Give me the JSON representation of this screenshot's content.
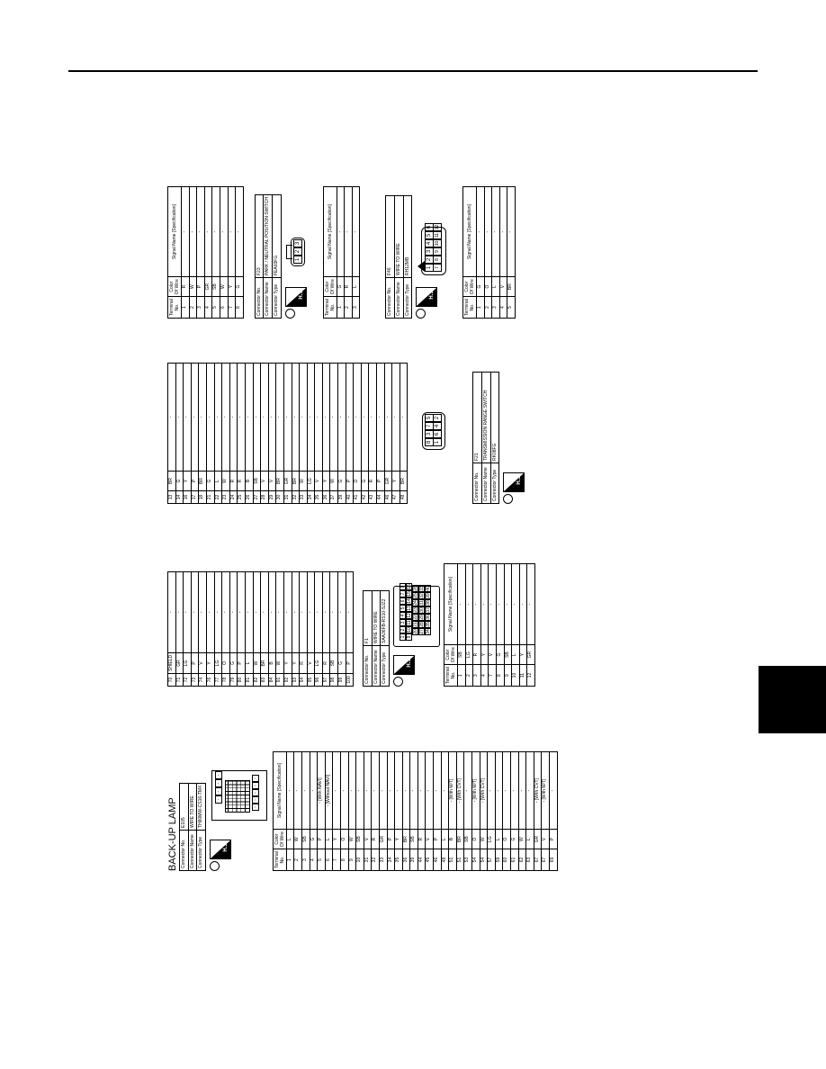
{
  "page_title": "BACK-UP LAMP",
  "hs_label": "H.S.",
  "labels": {
    "conn_no": "Connector No.",
    "conn_name": "Connector Name",
    "conn_type": "Connector Type",
    "terminal": "Terminal No.",
    "color": "Color Of Wire",
    "signal": "Signal Name [Specification]"
  },
  "e105": {
    "no": "E105",
    "name": "WIRE TO WIRE",
    "type": "TH80MW-CS16-TM4",
    "rows": [
      [
        "1",
        "L",
        "-"
      ],
      [
        "2",
        "W",
        "-"
      ],
      [
        "3",
        "SB",
        "-"
      ],
      [
        "4",
        "G",
        "-"
      ],
      [
        "5",
        "P",
        "- [With NAVI]"
      ],
      [
        "6",
        "L",
        "- [Without NAVI]"
      ],
      [
        "7",
        "Y",
        "-"
      ],
      [
        "8",
        "O",
        "-"
      ],
      [
        "9",
        "W",
        "-"
      ],
      [
        "10",
        "SB",
        "-"
      ],
      [
        "31",
        "V",
        "-"
      ],
      [
        "32",
        "R",
        "-"
      ],
      [
        "33",
        "GR",
        "-"
      ],
      [
        "34",
        "P",
        "-"
      ],
      [
        "35",
        "Y",
        "-"
      ],
      [
        "36",
        "BR",
        "-"
      ],
      [
        "39",
        "SB",
        "-"
      ],
      [
        "44",
        "R",
        "-"
      ],
      [
        "45",
        "V",
        "-"
      ],
      [
        "46",
        "P",
        "-"
      ],
      [
        "48",
        "L",
        "-"
      ],
      [
        "51",
        "B",
        "- [With M/T]"
      ],
      [
        "51",
        "BR",
        "- [With CVT]"
      ],
      [
        "53",
        "SB",
        "-"
      ],
      [
        "54",
        "O",
        "- [With M/T]"
      ],
      [
        "54",
        "W",
        "- [With CVT]"
      ],
      [
        "57",
        "LG",
        "-"
      ],
      [
        "59",
        "L",
        "-"
      ],
      [
        "60",
        "O",
        "-"
      ],
      [
        "61",
        "G",
        "-"
      ],
      [
        "62",
        "W",
        "-"
      ],
      [
        "63",
        "L",
        "-"
      ],
      [
        "67",
        "GR",
        "- [With CVT]"
      ],
      [
        "67",
        "V",
        "- [With M/T]"
      ],
      [
        "69",
        "P",
        "-"
      ]
    ]
  },
  "e105_cont": {
    "rows": [
      [
        "70",
        "SHIELD",
        "-"
      ],
      [
        "71",
        "GR",
        "-"
      ],
      [
        "72",
        "LG",
        "-"
      ],
      [
        "73",
        "P",
        "-"
      ],
      [
        "74",
        "V",
        "-"
      ],
      [
        "76",
        "Y",
        "-"
      ],
      [
        "77",
        "LG",
        "-"
      ],
      [
        "78",
        "O",
        "-"
      ],
      [
        "79",
        "G",
        "-"
      ],
      [
        "80",
        "P",
        "-"
      ],
      [
        "81",
        "L",
        "-"
      ],
      [
        "82",
        "W",
        "-"
      ],
      [
        "83",
        "BR",
        "-"
      ],
      [
        "84",
        "B",
        "-"
      ],
      [
        "91",
        "W",
        "-"
      ],
      [
        "92",
        "Y",
        "-"
      ],
      [
        "93",
        "Y",
        "-"
      ],
      [
        "94",
        "R",
        "-"
      ],
      [
        "95",
        "V",
        "-"
      ],
      [
        "96",
        "LG",
        "-"
      ],
      [
        "97",
        "R",
        "-"
      ],
      [
        "98",
        "SB",
        "-"
      ],
      [
        "99",
        "G",
        "-"
      ],
      [
        "100",
        "P",
        "-"
      ]
    ]
  },
  "f1": {
    "no": "F1",
    "name": "WIRE TO WIRE",
    "type": "SAA36FB-RS10-SJZ2",
    "rows": [
      [
        "1",
        "SB",
        "-"
      ],
      [
        "2",
        "LG",
        "-"
      ],
      [
        "3",
        "R",
        "-"
      ],
      [
        "4",
        "Y",
        "-"
      ],
      [
        "7",
        "V",
        "-"
      ],
      [
        "8",
        "G",
        "-"
      ],
      [
        "9",
        "SB",
        "-"
      ],
      [
        "10",
        "L",
        "-"
      ],
      [
        "11",
        "Y",
        "-"
      ],
      [
        "12",
        "GR",
        "-"
      ]
    ]
  },
  "f1_cont": {
    "rows": [
      [
        "13",
        "BR",
        "-"
      ],
      [
        "14",
        "G",
        "-"
      ],
      [
        "16",
        "Y",
        "-"
      ],
      [
        "17",
        "P",
        "-"
      ],
      [
        "18",
        "BR",
        "-"
      ],
      [
        "21",
        "G",
        "-"
      ],
      [
        "22",
        "L",
        "-"
      ],
      [
        "23",
        "W",
        "-"
      ],
      [
        "24",
        "R",
        "-"
      ],
      [
        "25",
        "R",
        "-"
      ],
      [
        "26",
        "B",
        "-"
      ],
      [
        "27",
        "SB",
        "-"
      ],
      [
        "28",
        "V",
        "-"
      ],
      [
        "29",
        "V",
        "-"
      ],
      [
        "30",
        "BR",
        "-"
      ],
      [
        "31",
        "GR",
        "-"
      ],
      [
        "32",
        "BR",
        "-"
      ],
      [
        "33",
        "W",
        "-"
      ],
      [
        "34",
        "LG",
        "-"
      ],
      [
        "35",
        "V",
        "-"
      ],
      [
        "36",
        "Y",
        "-"
      ],
      [
        "37",
        "W",
        "-"
      ],
      [
        "39",
        "G",
        "-"
      ],
      [
        "40",
        "P",
        "-"
      ],
      [
        "41",
        "O",
        "-"
      ],
      [
        "42",
        "G",
        "-"
      ],
      [
        "43",
        "R",
        "-"
      ],
      [
        "44",
        "P",
        "-"
      ],
      [
        "46",
        "GR",
        "-"
      ],
      [
        "47",
        "Y",
        "-"
      ],
      [
        "48",
        "BR",
        "-"
      ]
    ]
  },
  "f21": {
    "no": "F21",
    "name": "TRANSMISSION RANGE SWITCH",
    "type": "RK08FG",
    "pins_top": [
      "8",
      "3",
      "7",
      "5"
    ],
    "pins_bottom": [
      "1",
      "6",
      "4",
      "2"
    ]
  },
  "e105_pins": {
    "row1": [
      "-",
      "-",
      "-",
      "-"
    ],
    "row2": [
      "-",
      "-",
      "-",
      "-",
      "-"
    ]
  },
  "f1_pins": {
    "row1": [
      "1",
      "2",
      "3",
      "4",
      "5",
      "6",
      "7",
      "8"
    ],
    "row2": [
      "9",
      "10",
      "11",
      "12",
      "13",
      "14",
      "15",
      "16"
    ],
    "row3": [
      "20",
      "21",
      "22",
      "23",
      "24",
      "25",
      "26"
    ],
    "row4": [
      "27",
      "28",
      "29",
      "30",
      "31",
      "32",
      "33"
    ],
    "row5": [
      "34",
      "35",
      "36",
      "37",
      "38",
      "39",
      "40"
    ]
  },
  "f23": {
    "no": "F23",
    "name": "PARK / NEUTRAL POSITION SWITCH",
    "type": "FEA03FG",
    "pins": [
      "1",
      "2",
      "3"
    ],
    "rows": [
      [
        "1",
        "G",
        "-"
      ],
      [
        "2",
        "R",
        "-"
      ],
      [
        "3",
        "L",
        "-"
      ]
    ]
  },
  "f46_top": {
    "rows": [
      [
        "1",
        "R",
        "-"
      ],
      [
        "2",
        "W",
        "-"
      ],
      [
        "3",
        "P",
        "-"
      ],
      [
        "4",
        "GR",
        "-"
      ],
      [
        "5",
        "SB",
        "-"
      ],
      [
        "6",
        "W",
        "-"
      ],
      [
        "7",
        "Y",
        "-"
      ],
      [
        "8",
        "G",
        "-"
      ]
    ]
  },
  "f46": {
    "no": "F46",
    "name": "WIRE TO WIRE",
    "type": "RH12MB",
    "pins_top": [
      "1",
      "2",
      "3",
      "4",
      "5",
      "6"
    ],
    "pins_bottom": [
      "7",
      "8",
      "9",
      "10",
      "11",
      "12"
    ],
    "rows": [
      [
        "1",
        "G",
        "-"
      ],
      [
        "2",
        "O",
        "-"
      ],
      [
        "3",
        "L",
        "-"
      ],
      [
        "4",
        "V",
        "-"
      ],
      [
        "5",
        "BR",
        "-"
      ]
    ]
  }
}
